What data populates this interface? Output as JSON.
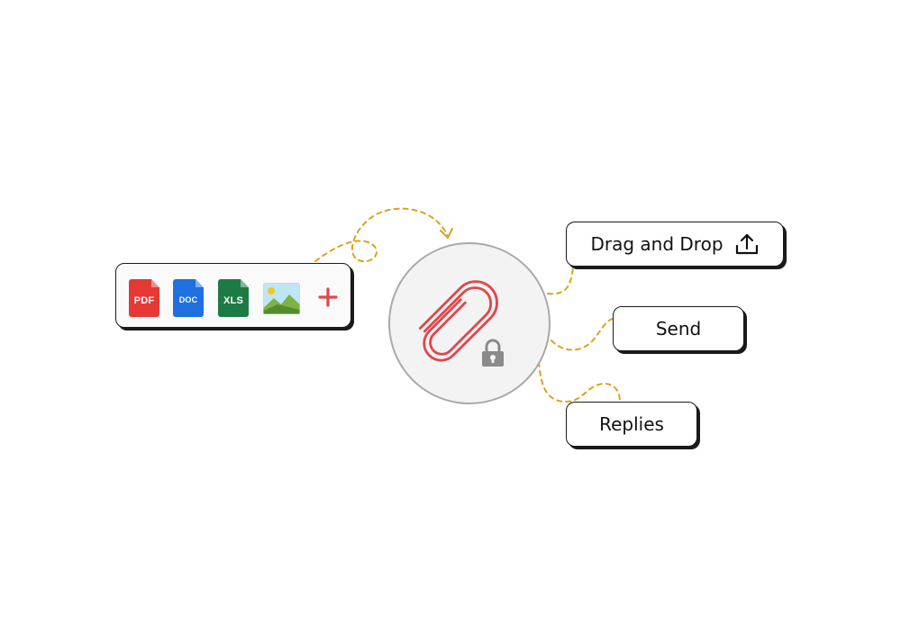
{
  "file_tray": {
    "files": [
      {
        "type": "pdf",
        "label": "PDF",
        "color": "#e53935"
      },
      {
        "type": "doc",
        "label": "DOC",
        "color": "#1e6fe0"
      },
      {
        "type": "xls",
        "label": "XLS",
        "color": "#1e7a45"
      }
    ],
    "image_icon": "image-file-icon",
    "add_icon": "plus-icon",
    "add_color": "#e0474c"
  },
  "hub": {
    "icon": "paperclip-icon",
    "badge_icon": "lock-icon",
    "paperclip_color": "#e0474c",
    "lock_color": "#8a8a8a"
  },
  "actions": {
    "drag_drop_label": "Drag and Drop",
    "drag_drop_icon": "upload-icon",
    "send_label": "Send",
    "replies_label": "Replies"
  },
  "connector_color": "#e0a020"
}
